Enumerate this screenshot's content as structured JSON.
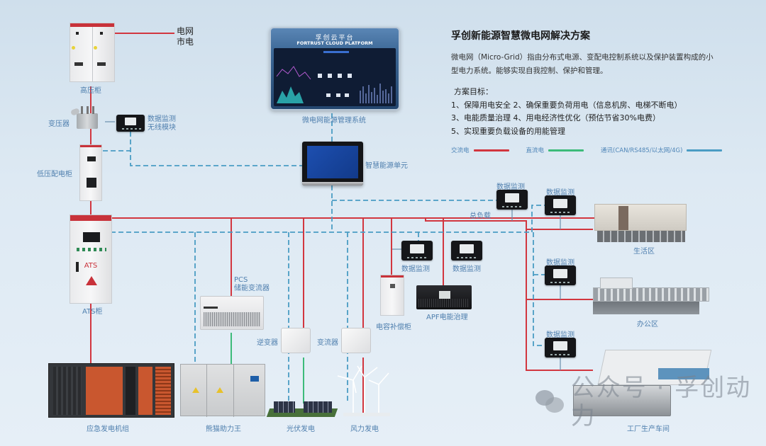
{
  "header": {
    "title": "孚创新能源智慧微电网解决方案",
    "description": "微电网（Micro-Grid）指由分布式电源、变配电控制系统以及保护装置构成的小型电力系统。能够实现自我控制、保护和管理。",
    "goals_heading": "方案目标：",
    "goals": [
      "1、保障用电安全   2、确保重要负荷用电（信息机房、电梯不断电）",
      "3、电能质量治理   4、用电经济性优化（预估节省30%电费）",
      "5、实现重要负载设备的用能管理"
    ]
  },
  "legend": {
    "items": [
      {
        "label": "交流电",
        "color": "#d2363f",
        "style": "solid"
      },
      {
        "label": "直流电",
        "color": "#3dbb7a",
        "style": "solid"
      },
      {
        "label": "通讯(CAN/RS485/以太网/4G)",
        "color": "#4a9cc4",
        "style": "solid"
      }
    ]
  },
  "nodes": {
    "grid": "电网\n市电",
    "grid_line1": "电网",
    "grid_line2": "市电",
    "hv_cabinet": "高压柜",
    "transformer": "变压器",
    "wireless_module_line1": "数据监测",
    "wireless_module_line2": "无线模块",
    "lv_cabinet": "低压配电柜",
    "ats_text": "ATS",
    "ats_cabinet": "ATS柜",
    "cloud_title_cn": "孚创云平台",
    "cloud_title_en": "FORTRUST CLOUD PLATFORM",
    "ems": "微电网能源管理系统",
    "smart_unit": "智慧能源单元",
    "total_load": "总负载",
    "data_monitor": "数据监测",
    "pcs_line1": "PCS",
    "pcs_line2": "储能变流器",
    "inverter": "逆变器",
    "converter": "变流器",
    "capacitor_cabinet": "电容补偿柜",
    "apf": "APF电能治理",
    "generator": "应急发电机组",
    "panda": "熊猫助力王",
    "pv": "光伏发电",
    "wind": "风力发电",
    "living_area": "生活区",
    "office_area": "办公区",
    "factory": "工厂生产车间"
  },
  "watermark": {
    "text": "公众号 · 孚创动力"
  },
  "colors": {
    "ac": "#d2363f",
    "dc": "#3dbb7a",
    "comm": "#4a9cc4",
    "label": "#4f7fae"
  }
}
